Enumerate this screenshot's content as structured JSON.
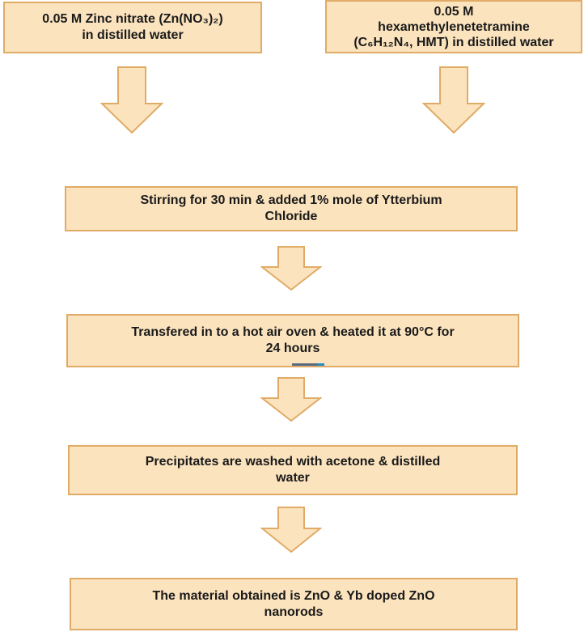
{
  "colors": {
    "box_fill": "#fbe3be",
    "box_border": "#e0ab66",
    "arrow_fill": "#fbe3be",
    "arrow_stroke": "#e0ab66"
  },
  "box1": {
    "line1": "0.05 M Zinc nitrate (Zn(NO₃)₂)",
    "line2": "in distilled water"
  },
  "box2": {
    "line1": "0.05 M",
    "line2": "hexamethylenetetramine",
    "line3": "(C₆H₁₂N₄, HMT) in distilled water"
  },
  "box3": {
    "line1": "Stirring for 30 min & added 1% mole of Ytterbium",
    "line2": "Chloride"
  },
  "box4": {
    "line1": "Transfered in to a hot air oven & heated it at 90°C for",
    "line2": "24 hours"
  },
  "box5": {
    "line1": "Precipitates are washed with acetone & distilled",
    "line2": "water"
  },
  "box6": {
    "line1": "The material obtained is ZnO & Yb doped ZnO",
    "line2": "nanorods"
  }
}
